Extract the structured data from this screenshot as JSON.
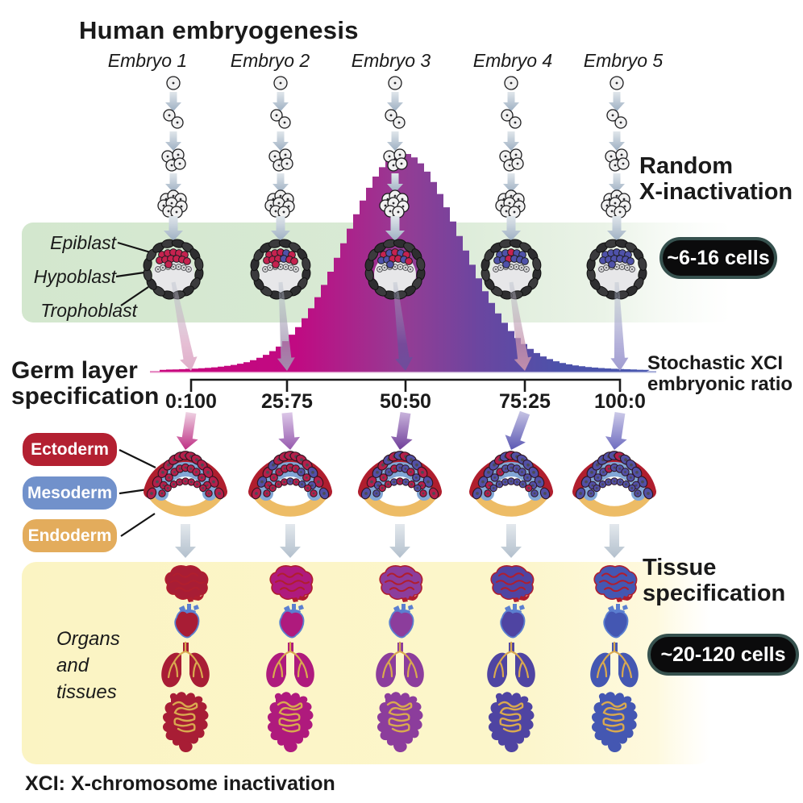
{
  "title": "Human embryogenesis",
  "embryos": {
    "labels": [
      "Embryo 1",
      "Embryo 2",
      "Embryo 3",
      "Embryo 4",
      "Embryo 5"
    ],
    "epiblast_pattern": [
      "rrrrrrrrrrrr",
      "rrrbrrrrbrrr",
      "rbrbrbbrrbrb",
      "bbrbbbbrbbbb",
      "bbbbbbbbbbbb"
    ]
  },
  "blastocyst": {
    "labels": [
      "Epiblast",
      "Hypoblast",
      "Trophoblast"
    ]
  },
  "random_xci": {
    "line1": "Random",
    "line2": "X-inactivation"
  },
  "badges": {
    "blastocyst_cells": "~6-16 cells",
    "tissue_cells": "~20-120 cells"
  },
  "germ_layer_heading": {
    "line1": "Germ layer",
    "line2": "specification"
  },
  "axis": {
    "tick_labels": [
      "0:100",
      "25:75",
      "50:50",
      "75:25",
      "100:0"
    ],
    "label_line1": "Stochastic XCI",
    "label_line2": "embryonic ratio"
  },
  "germ_layers": [
    {
      "name": "Ectoderm",
      "color": "#B32031"
    },
    {
      "name": "Mesoderm",
      "color": "#7191CB"
    },
    {
      "name": "Endoderm",
      "color": "#E3AC5C"
    }
  ],
  "tissue_heading": {
    "line1": "Tissue",
    "line2": "specification"
  },
  "organs_label": {
    "line1": "Organs",
    "line2": "and",
    "line3": "tissues"
  },
  "footnote": "XCI: X-chromosome inactivation",
  "organs": [
    "brain",
    "heart",
    "lungs",
    "intestine"
  ],
  "palette": {
    "cell_red": "#C6224F",
    "cell_blue": "#4F52AA",
    "crescent_red": "#B51F4B",
    "crescent_blue": "#5250A6",
    "band_green": "#D3E7CE",
    "band_yellow": "#FBF4C3",
    "ectoderm_band": "#B01E2E",
    "mesoderm_band": "#82A7D6",
    "endoderm_band": "#EDBC66",
    "histogram_stops": [
      "#C9057D",
      "#C00A82",
      "#953C94",
      "#6A46A0",
      "#4C51AA",
      "#4A58B0"
    ],
    "organ_fills": [
      "#A81D35",
      "#AF1A7D",
      "#8C3D9C",
      "#4F44A2",
      "#4457B2"
    ],
    "brain_detail": "#B01E2E",
    "heart_accent": "#5B7FD0",
    "viscera_detail": "#D9A94F",
    "long_arrow_tips": [
      "#DDA9C6",
      "#A293B0",
      "#6C4E9C",
      "#C792AC",
      "#9B97CE"
    ],
    "ratio_arrow_tops": [
      "#EFD3E3",
      "#DCC8E8",
      "#C9B4DC",
      "#C6C4E4",
      "#CCCAE8"
    ],
    "ratio_arrow_bottoms": [
      "#BE2E84",
      "#9659AE",
      "#6F3D99",
      "#5B58B4",
      "#6E6CC0"
    ],
    "red_fraction": [
      1,
      0.75,
      0.5,
      0.25,
      0.04
    ]
  }
}
